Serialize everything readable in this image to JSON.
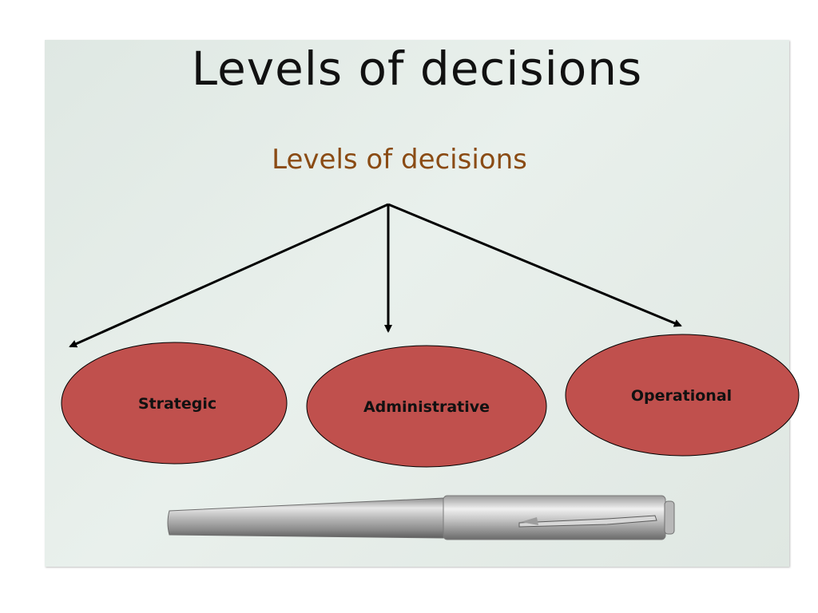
{
  "slide": {
    "title": "Levels of decisions",
    "subtitle": "Levels of decisions"
  },
  "diagram": {
    "root": "Levels of decisions",
    "children": [
      {
        "id": "strategic",
        "label": "Strategic"
      },
      {
        "id": "administrative",
        "label": "Administrative"
      },
      {
        "id": "operational",
        "label": "Operational"
      }
    ],
    "colors": {
      "node_fill": "#c0504d",
      "node_stroke": "#000000",
      "arrow": "#000000",
      "subtitle": "#8a4b14"
    }
  },
  "image": {
    "icon": "pen-icon"
  }
}
